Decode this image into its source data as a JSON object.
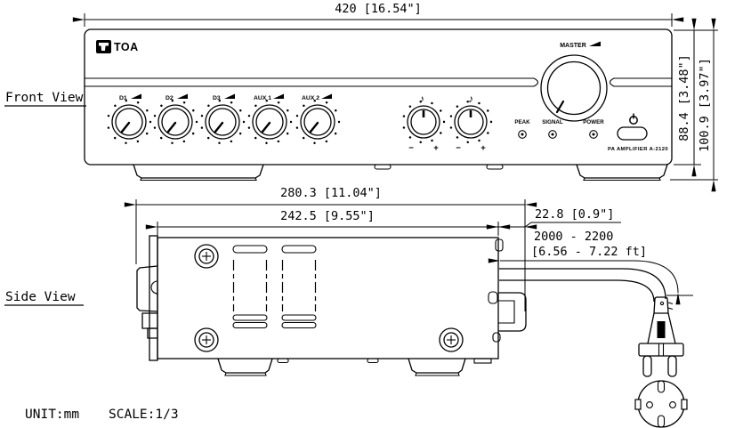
{
  "meta": {
    "unit_label": "UNIT:mm",
    "scale_label": "SCALE:1/3"
  },
  "front_view": {
    "label": "Front View",
    "dim_width": "420 [16.54\"]",
    "dim_height_panel": "88.4 [3.48\"]",
    "dim_height_overall": "100.9 [3.97\"]",
    "brand": "TOA",
    "model_label": "PA AMPLIFIER A-2120",
    "knob_labels": [
      "D1",
      "D2",
      "D3",
      "AUX 1",
      "AUX 2"
    ],
    "master_label": "MASTER",
    "led_labels": [
      "PEAK",
      "SIGNAL",
      "POWER"
    ],
    "tone_controls": {
      "bass_icon": "♪",
      "treble_icon": "♪",
      "minus": "−",
      "plus": "+"
    }
  },
  "side_view": {
    "label": "Side View",
    "dim_depth_overall": "280.3 [11.04\"]",
    "dim_depth_chassis": "242.5 [9.55\"]",
    "dim_rear_clearance": "22.8 [0.9\"]",
    "dim_cord_mm": "2000 - 2200",
    "dim_cord_ft": "[6.56 - 7.22 ft]"
  }
}
